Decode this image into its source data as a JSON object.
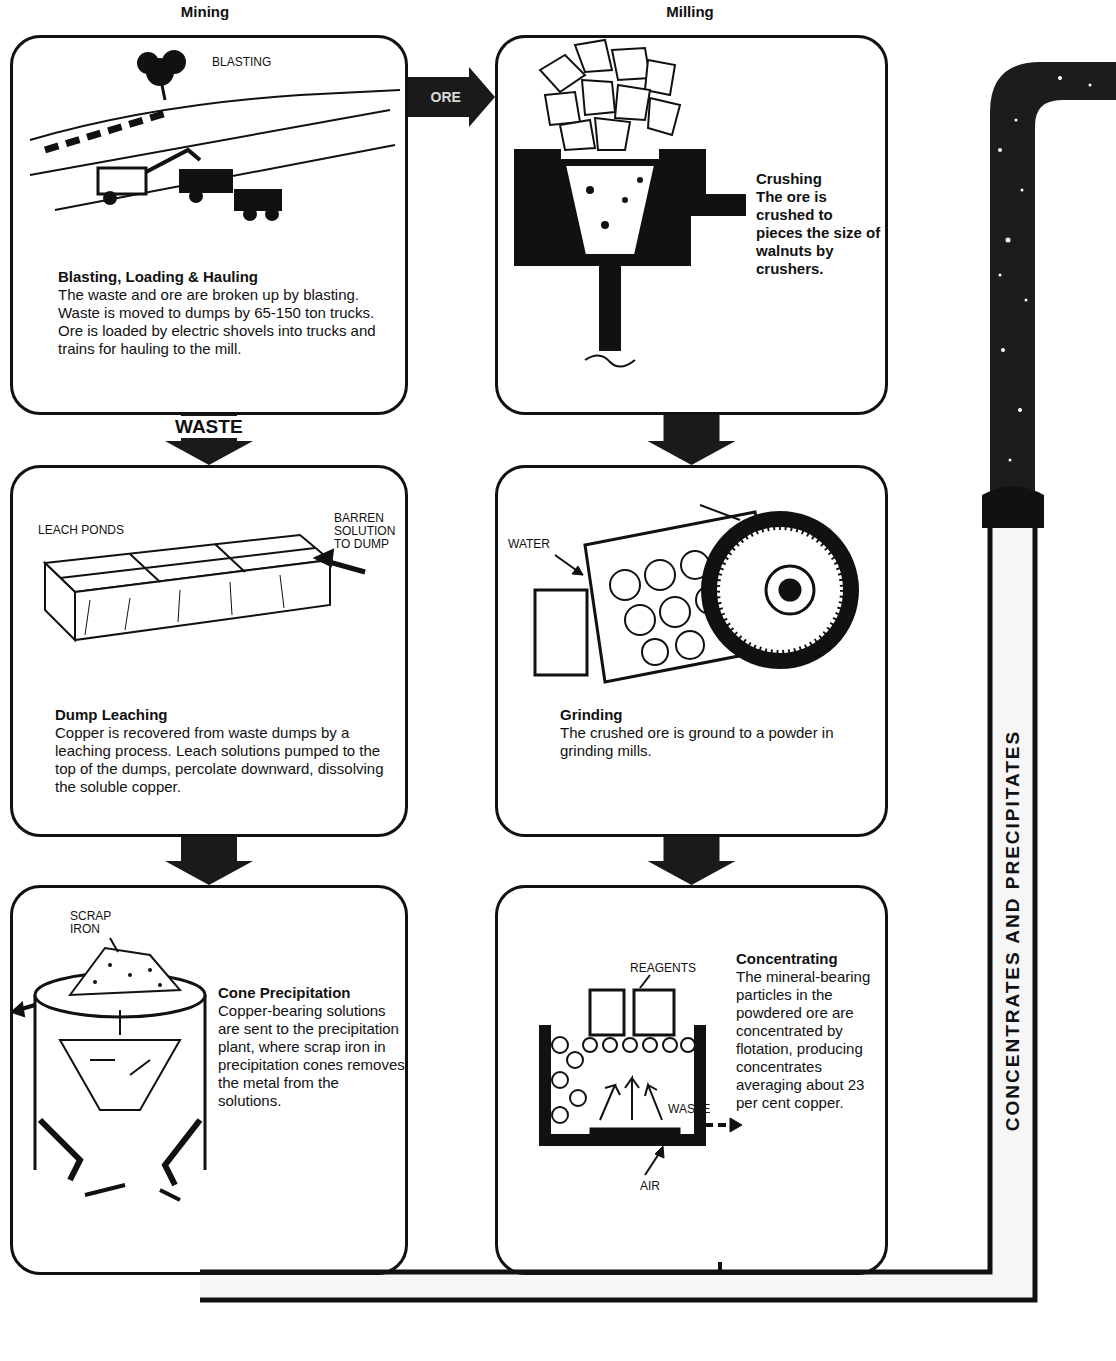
{
  "diagram": {
    "nodes": [
      {
        "text": [
          "Blasting, Loading & Hauling",
          "The waste and ore are broken up by blasting. Waste is moved to dumps by 65-150 ton trucks. Ore is loaded by electric shovels into trucks and trains for hauling to the mill."
        ]
      },
      {
        "text": [
          "Crushing",
          "The ore is crushed to pieces the size of walnuts by crushers."
        ]
      },
      {
        "text": [
          "Dump Leaching",
          "Copper is recovered from waste dumps by a leaching process. Leach solutions pumped to the top of the dumps, percolate downward, dissolving the soluble copper."
        ]
      },
      {
        "text": [
          "Grinding",
          "The crushed ore is ground to a powder in grinding mills."
        ]
      },
      {
        "text": [
          "Cone Precipitation",
          "Copper-bearing solutions are sent to the precipitation plant, where scrap iron in precipitation cones removes the metal from the solutions."
        ]
      },
      {
        "text": [
          "Concentrating",
          "The mineral-bearing particles in the powdered ore are concentrated by flotation, producing concentrates averaging about 23 per cent copper."
        ]
      }
    ],
    "edges": [
      {
        "from": 0,
        "to": 1,
        "arrow": "to",
        "label": "ORE"
      },
      {
        "from": 0,
        "to": 2,
        "arrow": "to",
        "label": "WASTE"
      },
      {
        "from": 1,
        "to": 3,
        "arrow": "to"
      },
      {
        "from": 2,
        "to": 4,
        "arrow": "to"
      },
      {
        "from": 3,
        "to": 5,
        "arrow": "to"
      }
    ],
    "labels": [
      "Mining",
      "Milling",
      "BLASTING",
      "LEACH PONDS",
      "BARREN SOLUTION TO DUMP",
      "WATER",
      "SCRAP IRON",
      "REAGENTS",
      "WASTE",
      "AIR",
      "CONCENTRATES AND PRECIPITATES"
    ]
  }
}
